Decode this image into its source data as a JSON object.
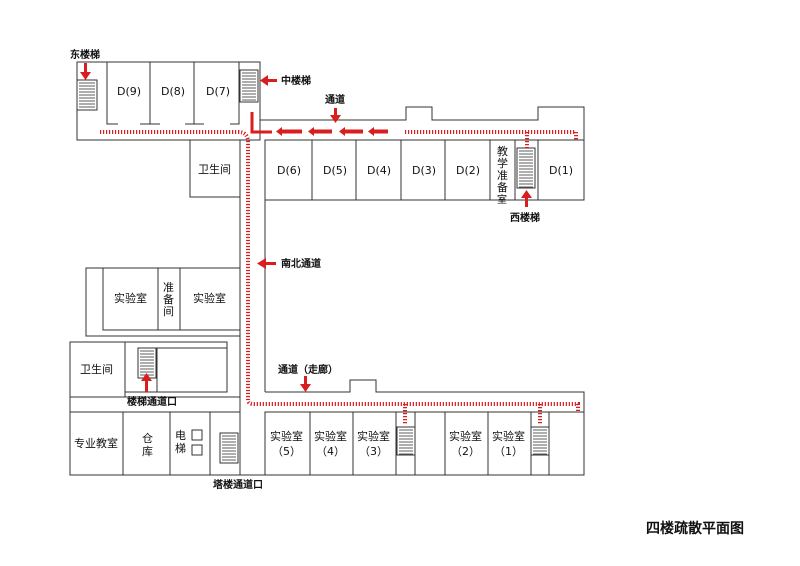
{
  "title": "四楼疏散平面图",
  "callouts": {
    "east_stairs": "东楼梯",
    "middle_stairs": "中楼梯",
    "west_stairs": "西楼梯",
    "passage_top": "通道",
    "north_south_passage": "南北通道",
    "corridor_passage": "通道（走廊）",
    "stair_exit": "楼梯通道口",
    "tower_exit": "塔楼通道口"
  },
  "rooms": {
    "d9": "D(9)",
    "d8": "D(8)",
    "d7": "D(7)",
    "d6": "D(6)",
    "d5": "D(5)",
    "d4": "D(4)",
    "d3": "D(3)",
    "d2": "D(2)",
    "d1": "D(1)",
    "prep_room_v": [
      "教",
      "学",
      "准",
      "备",
      "室"
    ],
    "toilet_north": "卫生间",
    "toilet_west": "卫生间",
    "lab_a": "实验室",
    "prep_small_v": [
      "准",
      "备",
      "间"
    ],
    "lab_b": "实验室",
    "specialty_classroom": "专业教室",
    "warehouse_v": [
      "仓",
      "库"
    ],
    "elevator_v": [
      "电",
      "梯"
    ],
    "lab5": [
      "实验室",
      "（5）"
    ],
    "lab4": [
      "实验室",
      "（4）"
    ],
    "lab3": [
      "实验室",
      "（3）"
    ],
    "lab2": [
      "实验室",
      "（2）"
    ],
    "lab1": [
      "实验室",
      "（1）"
    ]
  },
  "colors": {
    "route": "#d81e1e",
    "wall": "#333333",
    "background": "#ffffff"
  }
}
